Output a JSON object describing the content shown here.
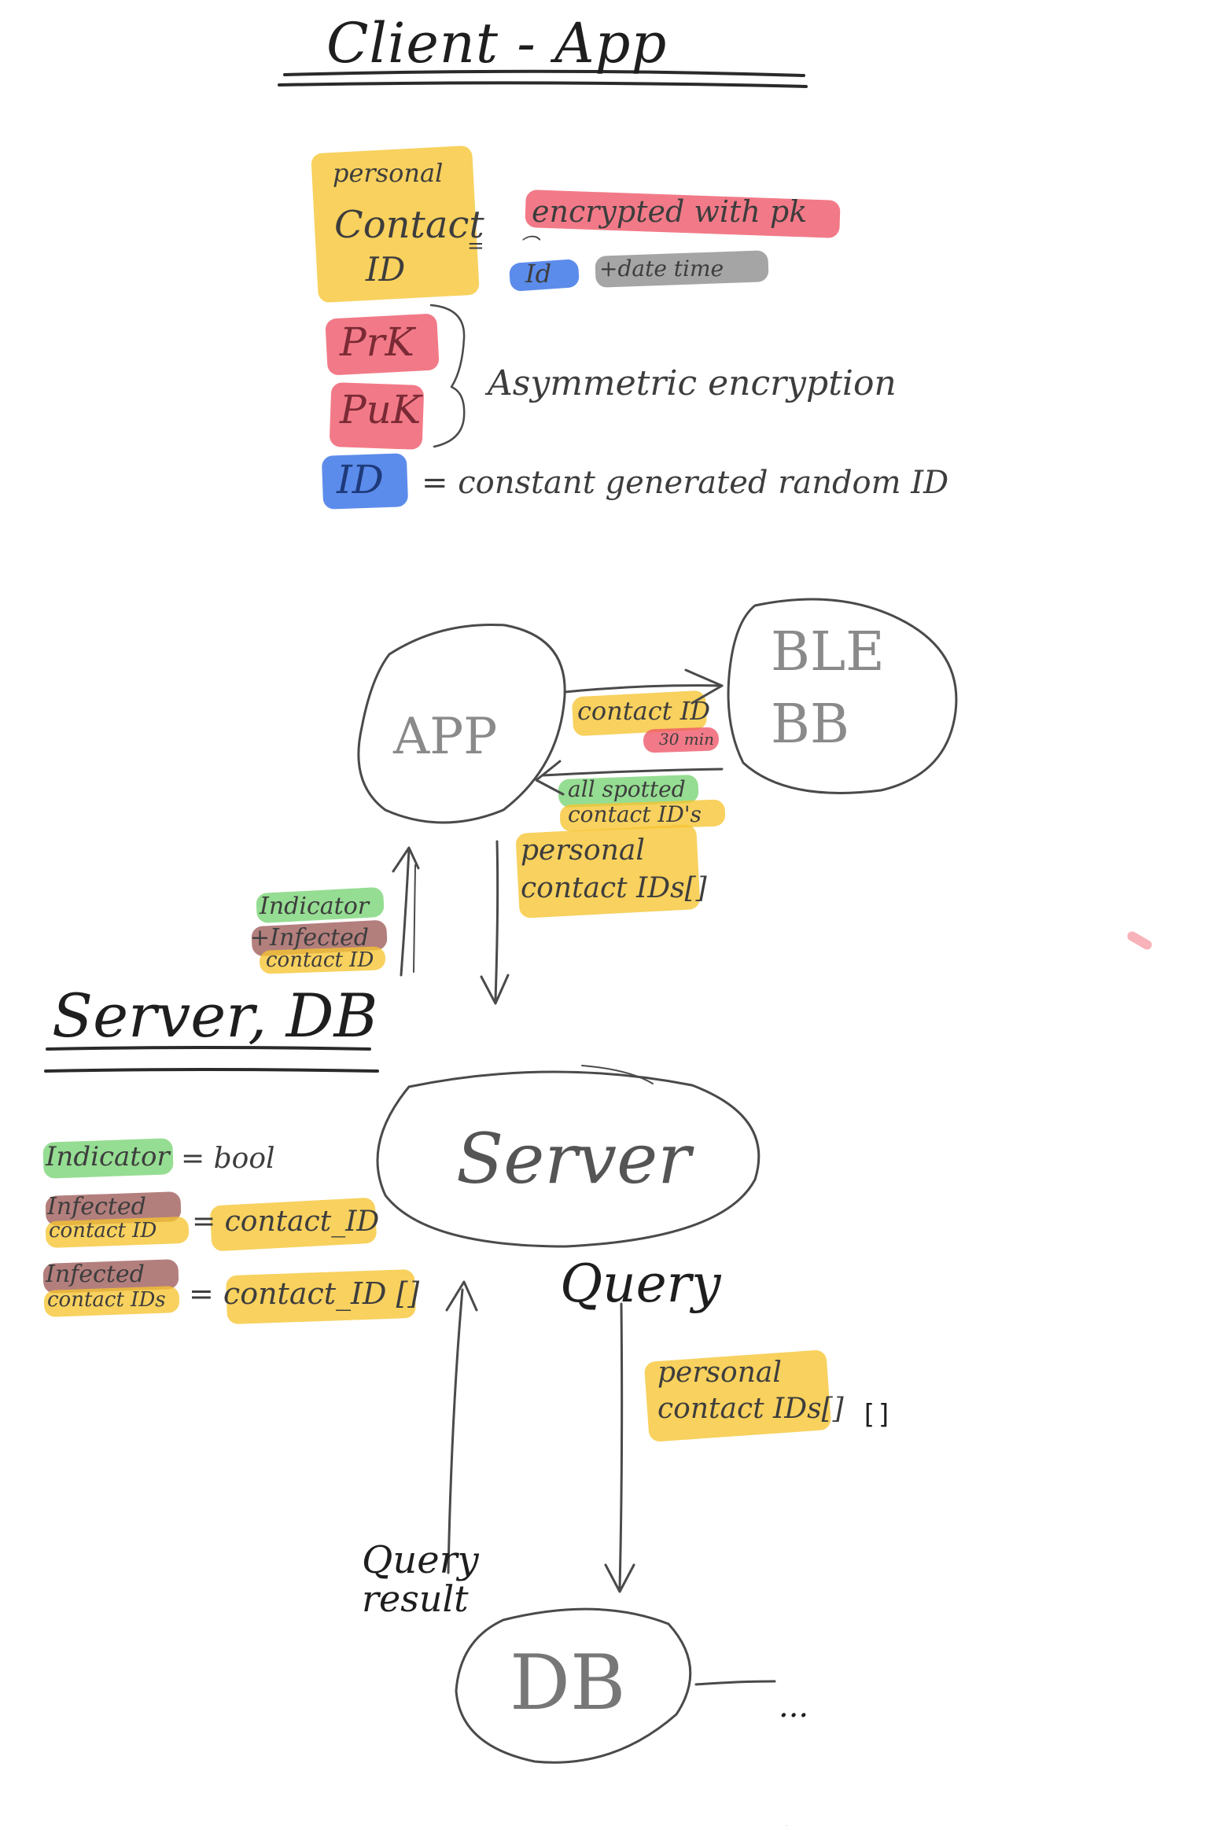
{
  "client_section": {
    "title": "Client - App",
    "legend": {
      "personal_contact_id": [
        "personal",
        "Contact",
        "ID"
      ],
      "equals": "=",
      "encrypted_with_pk": "encrypted with pk",
      "id_short": "Id",
      "date_time": "+date time",
      "private_key": "PrK",
      "public_key": "PuK",
      "asymmetric_encryption": "Asymmetric encryption",
      "id_label": "ID",
      "id_definition": "= constant generated random ID"
    }
  },
  "flow_top": {
    "app": "APP",
    "ble_bb": [
      "BLE",
      "BB"
    ],
    "contact_id": "contact ID",
    "interval": "30 min",
    "all_spotted": "all spotted",
    "contact_ids": "contact ID's",
    "personal_contact_ids": [
      "personal",
      "contact IDs[]"
    ],
    "indicator": "Indicator",
    "infected_contact_id": [
      "+Infected",
      "contact ID"
    ]
  },
  "server_section": {
    "title": "Server, DB",
    "server": "Server",
    "legend": {
      "indicator": "Indicator",
      "indicator_eq": "= bool",
      "infected_contact_id": [
        "Infected",
        "contact ID"
      ],
      "infected_contact_id_eq": "= contact_ID",
      "infected_contact_ids": [
        "Infected",
        "contact IDs"
      ],
      "infected_contact_ids_eq": "= contact_ID []"
    },
    "query": "Query",
    "query_payload": [
      "personal",
      "contact IDs[]"
    ],
    "query_payload_suffix": "[]",
    "query_result": [
      "Query",
      "result"
    ],
    "db": "DB",
    "ellipsis": "..."
  },
  "colors": {
    "yellow": "#f6c431",
    "red": "#ee5567",
    "blue": "#2e6be6",
    "green": "#77d473",
    "brown": "#9e5b58",
    "grey": "#8c8c8c",
    "ink": "#3d3d3d"
  }
}
